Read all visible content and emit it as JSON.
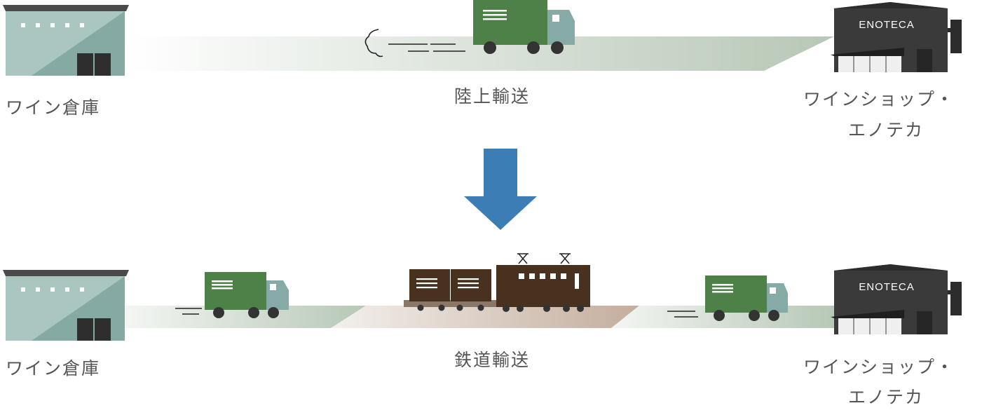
{
  "top_row": {
    "origin_label": "ワイン倉庫",
    "mode_label": "陸上輸送",
    "destination_label_line1": "ワインショップ・",
    "destination_label_line2": "エノテカ",
    "shop_sign": "ENOTECA"
  },
  "bottom_row": {
    "origin_label": "ワイン倉庫",
    "mode_label": "鉄道輸送",
    "destination_label_line1": "ワインショップ・",
    "destination_label_line2": "エノテカ",
    "shop_sign": "ENOTECA"
  },
  "colors": {
    "warehouse_light": "#a9c6c1",
    "warehouse_dark": "#85aaa4",
    "warehouse_roof": "#4a4a4a",
    "truck_cargo": "#4e8148",
    "truck_cab": "#86aaa5",
    "wheel": "#333333",
    "shop": "#3a3a3a",
    "train": "#48311f",
    "rail_bed": "#c9b6a6",
    "arrow": "#3d7db6",
    "label_text": "#555555"
  }
}
